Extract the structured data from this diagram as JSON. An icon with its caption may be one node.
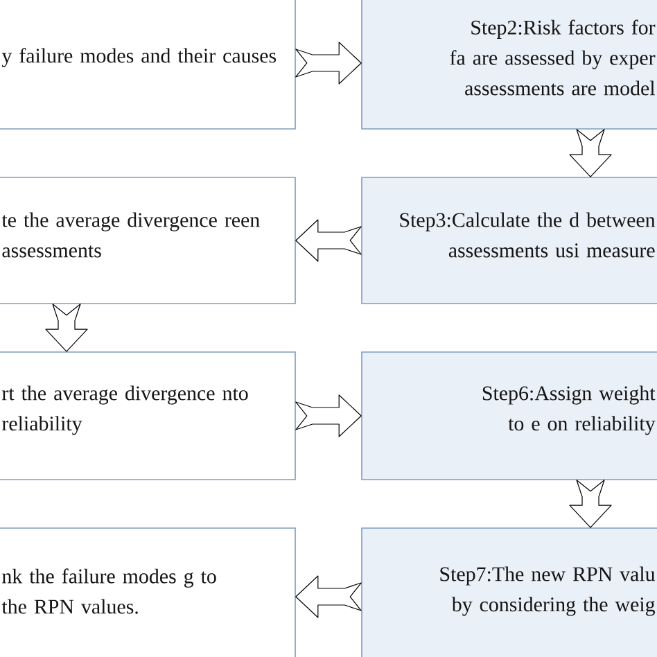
{
  "diagram": {
    "nodes": [
      {
        "text": [
          "y failure modes and their causes"
        ]
      },
      {
        "text": [
          "Step2:Risk factors for fa are assessed by exper assessments are model"
        ]
      },
      {
        "text": [
          "te the average divergence reen assessments"
        ]
      },
      {
        "text": [
          "Step3:Calculate the d between assessments usi measure"
        ]
      },
      {
        "text": [
          "rt the average divergence nto reliability"
        ]
      },
      {
        "text": [
          "Step6:Assign weight to e on reliability"
        ]
      },
      {
        "text": [
          "Step7:The new RPN valu by considering the weig"
        ]
      },
      {
        "text": [
          "nk the failure modes g to the RPN values."
        ]
      }
    ],
    "edges": [
      {
        "from": 0,
        "to": 1,
        "arrow": "to"
      },
      {
        "from": 1,
        "to": 3,
        "arrow": "to"
      },
      {
        "from": 3,
        "to": 2,
        "arrow": "to"
      },
      {
        "from": 2,
        "to": 4,
        "arrow": "to"
      },
      {
        "from": 4,
        "to": 5,
        "arrow": "to"
      },
      {
        "from": 5,
        "to": 6,
        "arrow": "to"
      },
      {
        "from": 6,
        "to": 7,
        "arrow": "to"
      }
    ]
  }
}
